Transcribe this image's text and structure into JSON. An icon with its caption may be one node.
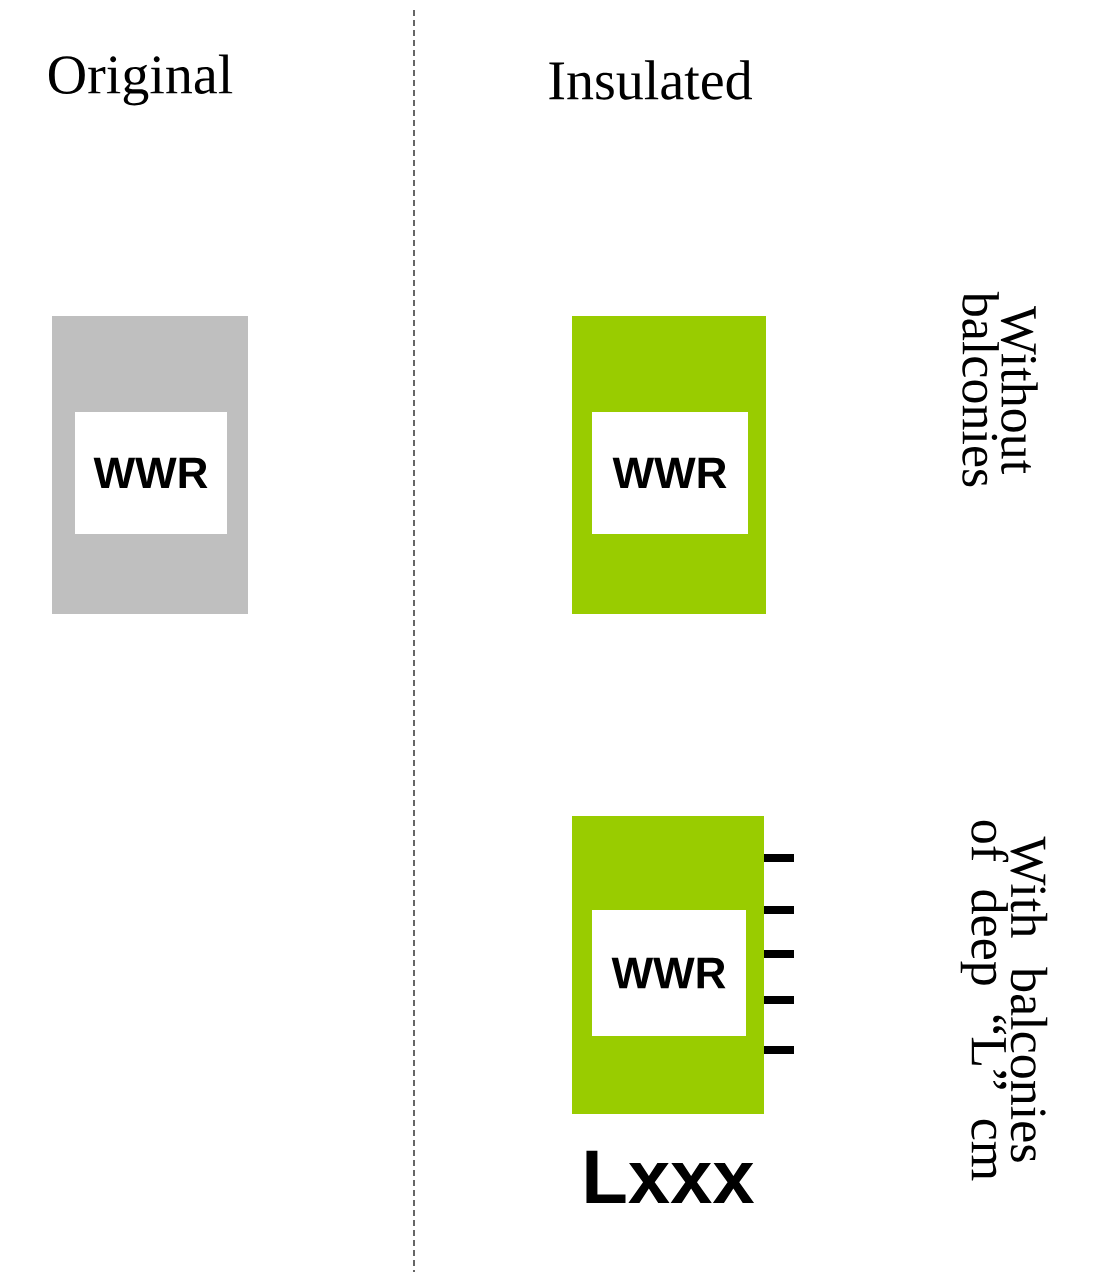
{
  "diagram": {
    "nodes": [
      {
        "text": [],
        "shape": "box"
      },
      {
        "text": [
          "WWR"
        ],
        "in": 0
      },
      {
        "text": [],
        "shape": "box"
      },
      {
        "text": [
          "WWR"
        ],
        "in": 2
      },
      {
        "text": [],
        "shape": "box",
        "beside": [
          "Lxxx"
        ]
      },
      {
        "text": [
          "WWR"
        ],
        "in": 4
      }
    ],
    "edges": [],
    "labels": [
      "Original",
      "Insulated",
      "Without balconies",
      "With balconies of deep “L” cm"
    ]
  }
}
